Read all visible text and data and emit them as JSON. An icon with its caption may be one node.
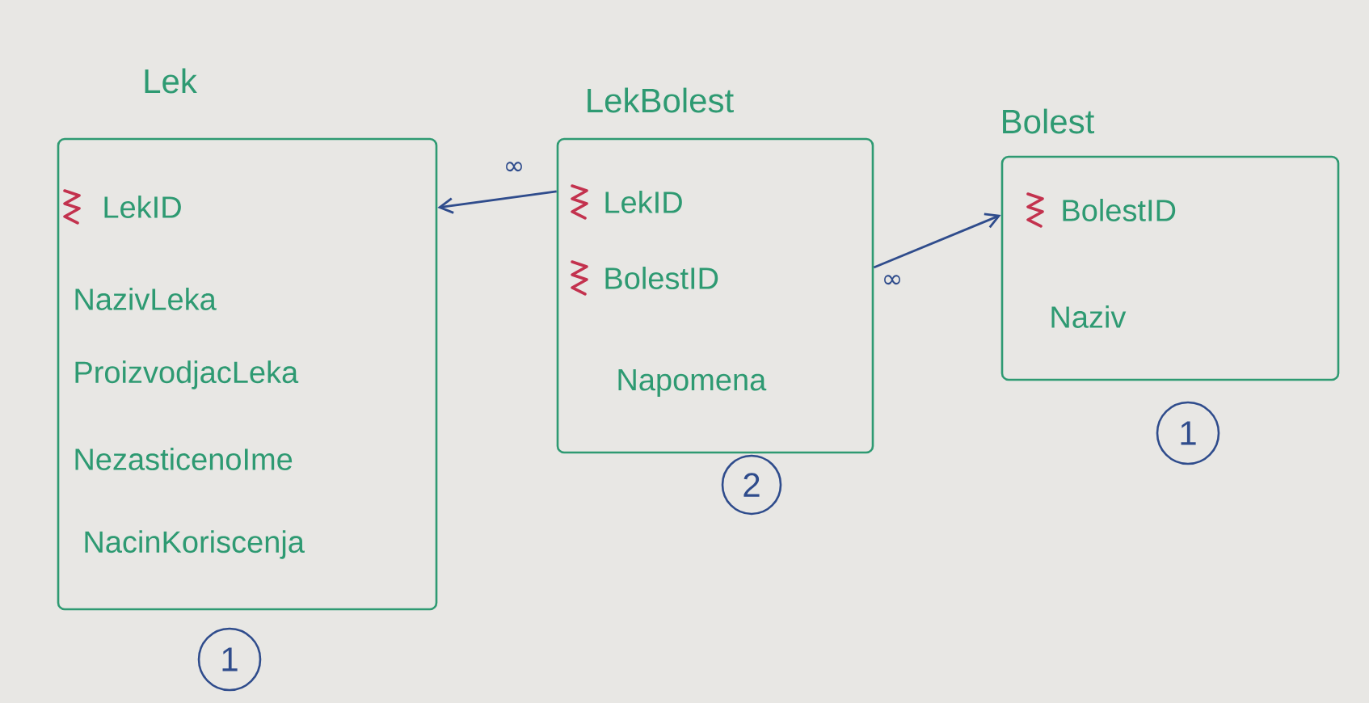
{
  "diagram": {
    "nodes": [
      {
        "text": [
          "Lek",
          "LekID",
          "NazivLeka",
          "ProizvodjacLeka",
          "NezasticenoIme",
          "NacinKoriscenja"
        ]
      },
      {
        "text": [
          "LekBolest",
          "LekID",
          "BolestID",
          "Napomena"
        ]
      },
      {
        "text": [
          "Bolest",
          "BolestID",
          "Naziv"
        ]
      },
      {
        "text": [
          "1"
        ]
      },
      {
        "text": [
          "2"
        ]
      },
      {
        "text": [
          "1"
        ]
      }
    ],
    "edges": [
      {
        "from": 1,
        "to": 0,
        "arrow": "to",
        "label": "∞"
      },
      {
        "from": 1,
        "to": 2,
        "arrow": "to",
        "label": "∞"
      }
    ]
  }
}
